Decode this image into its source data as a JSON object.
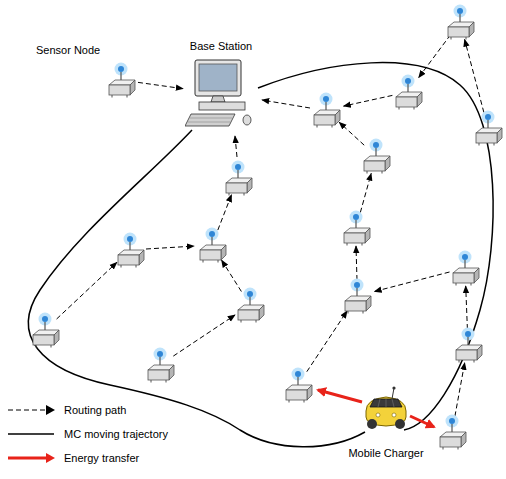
{
  "diagram": {
    "nodes": [
      {
        "text": [
          "Sensor Node"
        ]
      },
      {
        "text": [
          "Base Station"
        ]
      },
      {
        "text": [
          "Mobile Charger"
        ]
      }
    ],
    "edges": [
      {
        "from": 0,
        "to": 1,
        "arrow": "to"
      }
    ],
    "legend": [
      {
        "text": "Routing path"
      },
      {
        "text": "MC moving trajectory"
      },
      {
        "text": "Energy transfer"
      }
    ]
  }
}
